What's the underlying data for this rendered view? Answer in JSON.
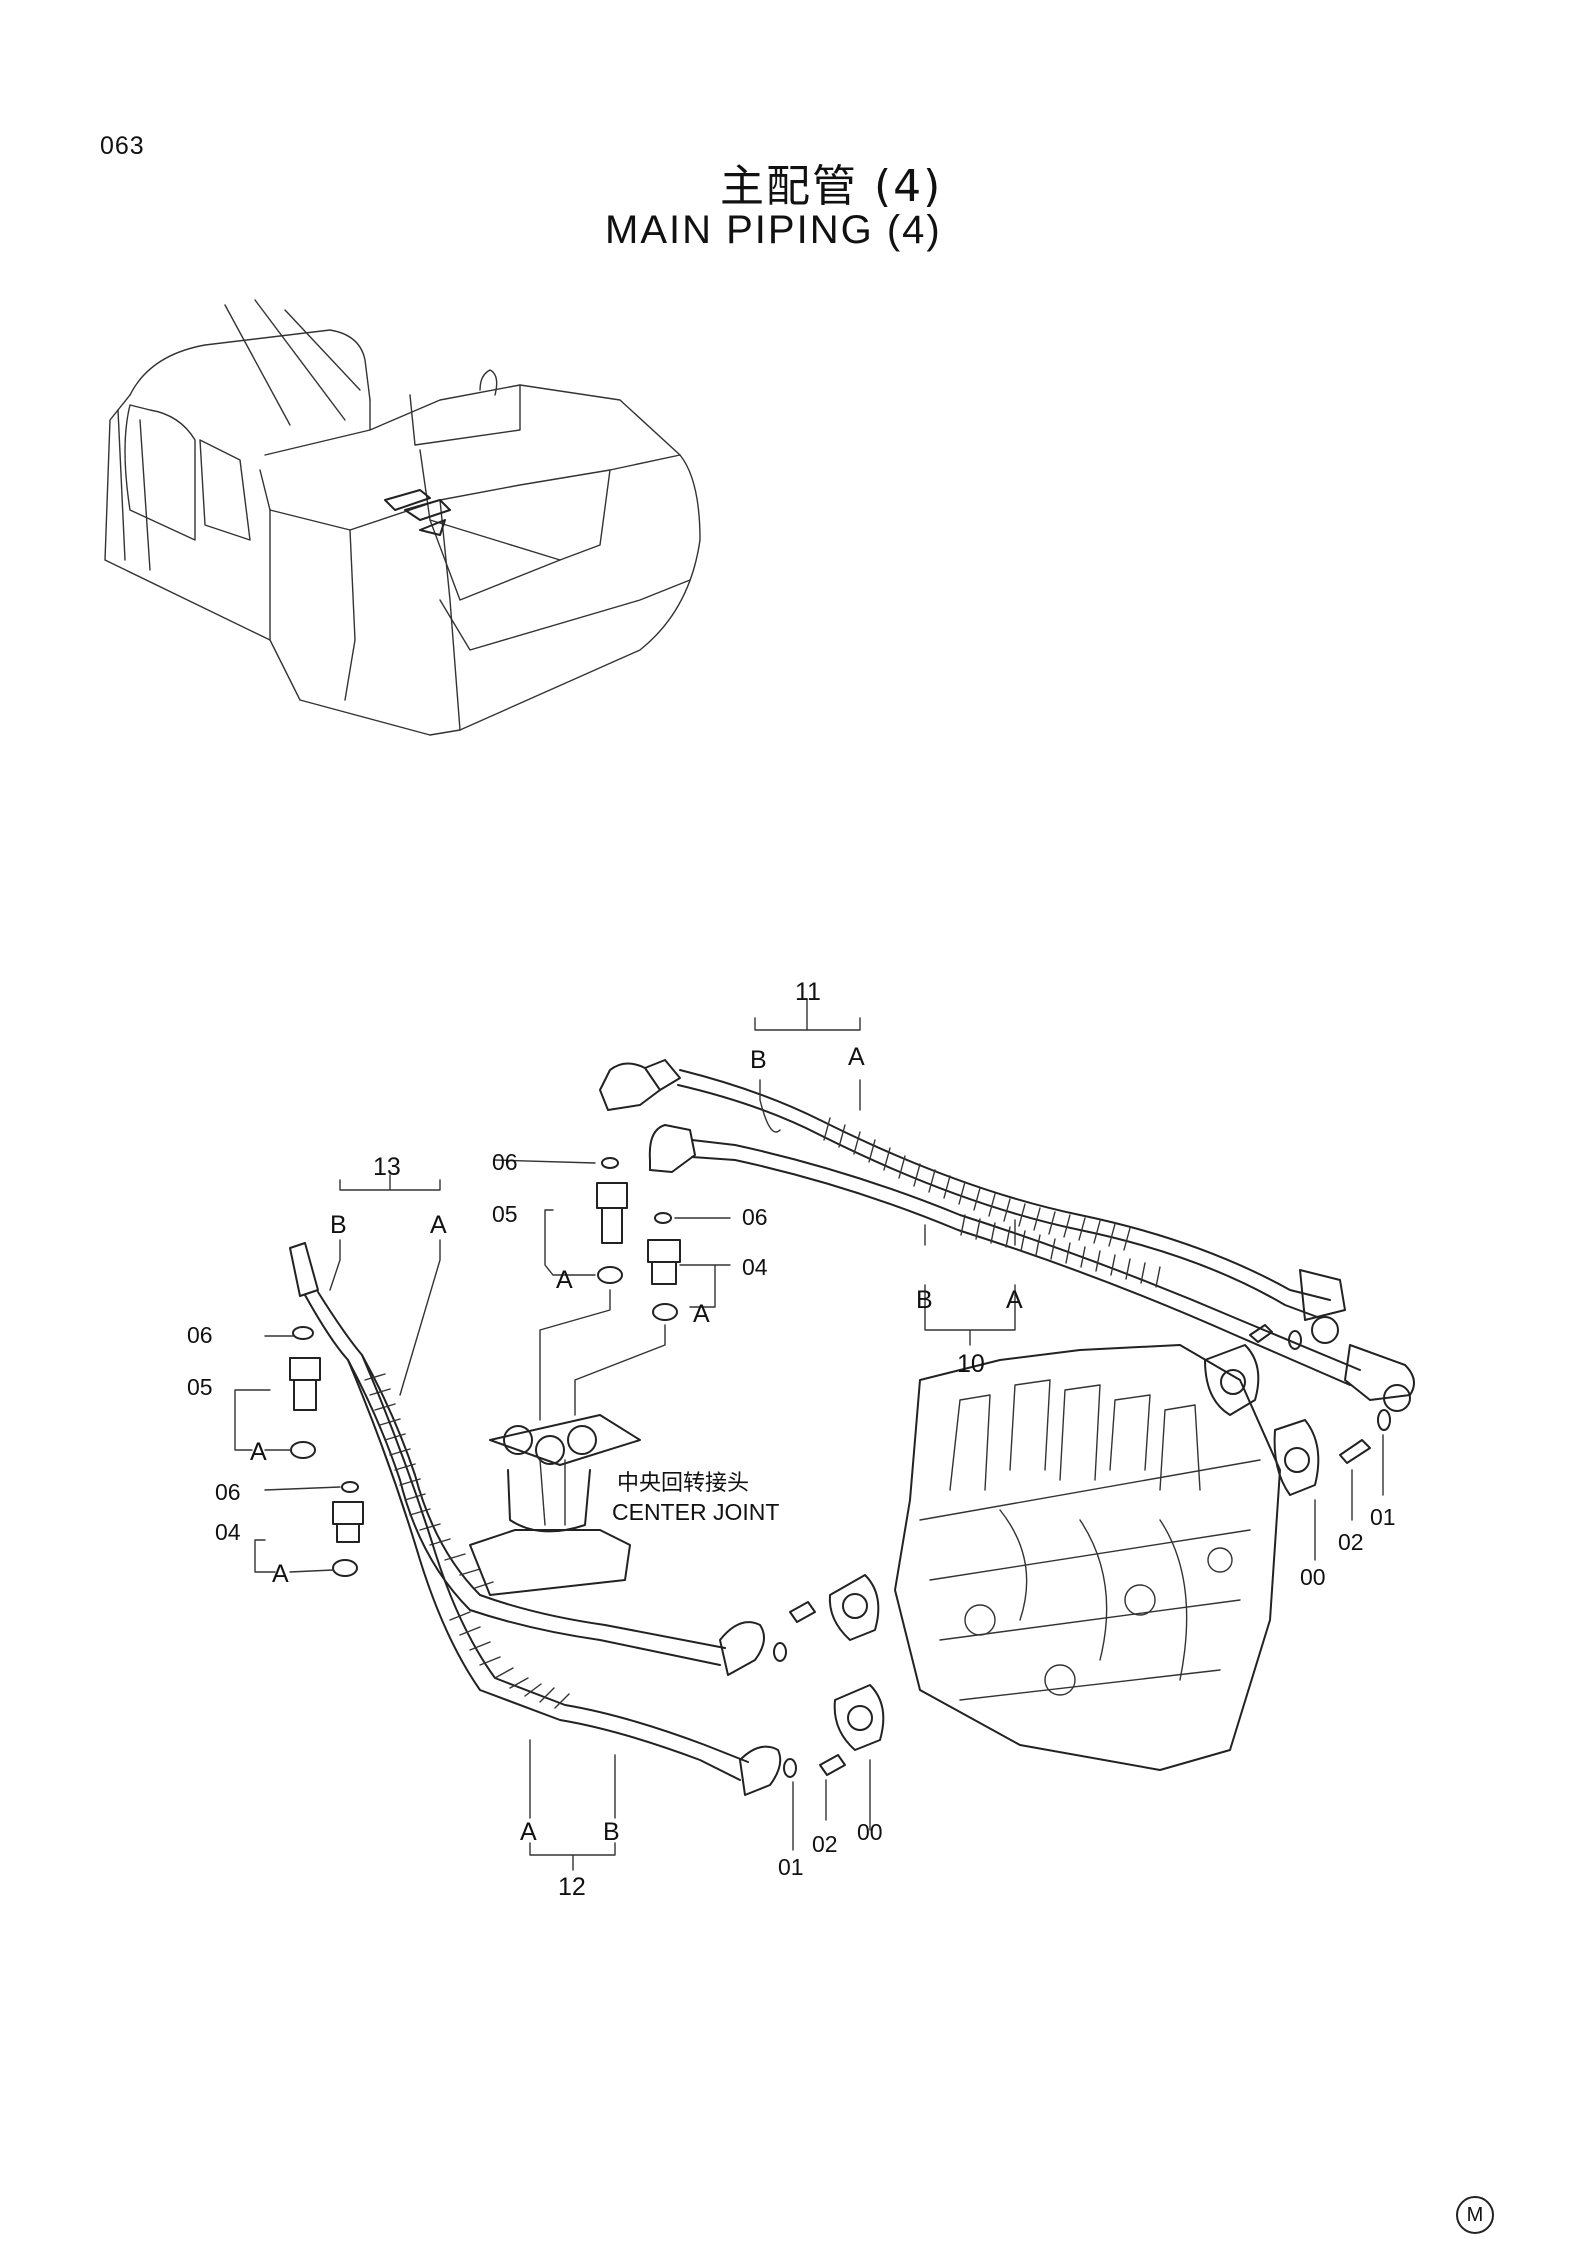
{
  "page_number": "063",
  "title_cn": "主配管 (4)",
  "title_en": "MAIN PIPING (4)",
  "center_joint_cn": "中央回转接头",
  "center_joint_en": "CENTER JOINT",
  "label_A": "A",
  "label_B": "B",
  "labels": {
    "p00": "00",
    "p01": "01",
    "p02": "02",
    "p04": "04",
    "p05": "05",
    "p06": "06",
    "p10": "10",
    "p11": "11",
    "p12": "12",
    "p13": "13"
  },
  "corner_mark": "M"
}
